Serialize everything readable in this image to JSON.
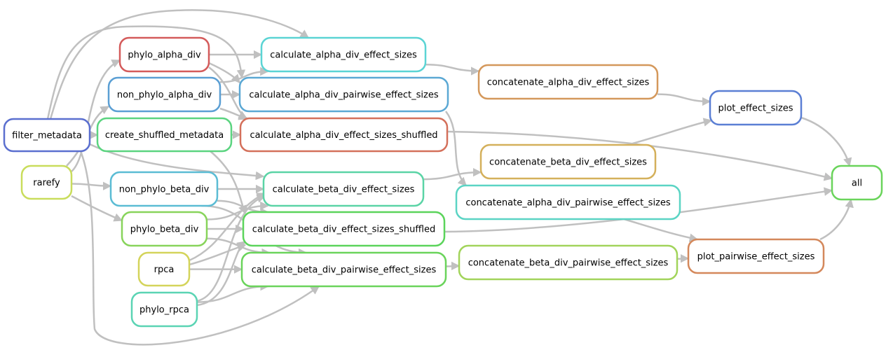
{
  "nodes": [
    {
      "id": "filter_metadata",
      "label": "filter_metadata",
      "color": "#5b6fcf"
    },
    {
      "id": "rarefy",
      "label": "rarefy",
      "color": "#c9dd5c"
    },
    {
      "id": "phylo_alpha_div",
      "label": "phylo_alpha_div",
      "color": "#d45b5b"
    },
    {
      "id": "non_phylo_alpha_div",
      "label": "non_phylo_alpha_div",
      "color": "#5b9fd4"
    },
    {
      "id": "create_shuffled_metadata",
      "label": "create_shuffled_metadata",
      "color": "#5bd480"
    },
    {
      "id": "non_phylo_beta_div",
      "label": "non_phylo_beta_div",
      "color": "#5bbcd4"
    },
    {
      "id": "phylo_beta_div",
      "label": "phylo_beta_div",
      "color": "#88d45b"
    },
    {
      "id": "rpca",
      "label": "rpca",
      "color": "#d4d45b"
    },
    {
      "id": "phylo_rpca",
      "label": "phylo_rpca",
      "color": "#5bd4b4"
    },
    {
      "id": "calculate_alpha_div_effect_sizes",
      "label": "calculate_alpha_div_effect_sizes",
      "color": "#5bd4d4"
    },
    {
      "id": "calculate_alpha_div_pairwise_effect_sizes",
      "label": "calculate_alpha_div_pairwise_effect_sizes",
      "color": "#5ba8d4"
    },
    {
      "id": "calculate_alpha_div_effect_sizes_shuffled",
      "label": "calculate_alpha_div_effect_sizes_shuffled",
      "color": "#d4705b"
    },
    {
      "id": "calculate_beta_div_effect_sizes",
      "label": "calculate_beta_div_effect_sizes",
      "color": "#5bd4a6"
    },
    {
      "id": "calculate_beta_div_effect_sizes_shuffled",
      "label": "calculate_beta_div_effect_sizes_shuffled",
      "color": "#5bd45b"
    },
    {
      "id": "calculate_beta_div_pairwise_effect_sizes",
      "label": "calculate_beta_div_pairwise_effect_sizes",
      "color": "#6ad45b"
    },
    {
      "id": "concatenate_alpha_div_effect_sizes",
      "label": "concatenate_alpha_div_effect_sizes",
      "color": "#d4985b"
    },
    {
      "id": "concatenate_beta_div_effect_sizes",
      "label": "concatenate_beta_div_effect_sizes",
      "color": "#d4b05b"
    },
    {
      "id": "concatenate_alpha_div_pairwise_effect_sizes",
      "label": "concatenate_alpha_div_pairwise_effect_sizes",
      "color": "#5bd4c4"
    },
    {
      "id": "concatenate_beta_div_pairwise_effect_sizes",
      "label": "concatenate_beta_div_pairwise_effect_sizes",
      "color": "#a2d45b"
    },
    {
      "id": "plot_effect_sizes",
      "label": "plot_effect_sizes",
      "color": "#5b7fd4"
    },
    {
      "id": "plot_pairwise_effect_sizes",
      "label": "plot_pairwise_effect_sizes",
      "color": "#d4885b"
    },
    {
      "id": "all",
      "label": "all",
      "color": "#6ad45b"
    }
  ],
  "edges": [
    [
      "filter_metadata",
      "create_shuffled_metadata"
    ],
    [
      "filter_metadata",
      "calculate_alpha_div_effect_sizes"
    ],
    [
      "filter_metadata",
      "calculate_alpha_div_pairwise_effect_sizes"
    ],
    [
      "filter_metadata",
      "calculate_beta_div_effect_sizes"
    ],
    [
      "filter_metadata",
      "calculate_beta_div_pairwise_effect_sizes"
    ],
    [
      "rarefy",
      "phylo_alpha_div"
    ],
    [
      "rarefy",
      "non_phylo_alpha_div"
    ],
    [
      "rarefy",
      "non_phylo_beta_div"
    ],
    [
      "rarefy",
      "phylo_beta_div"
    ],
    [
      "phylo_alpha_div",
      "calculate_alpha_div_effect_sizes"
    ],
    [
      "phylo_alpha_div",
      "calculate_alpha_div_pairwise_effect_sizes"
    ],
    [
      "phylo_alpha_div",
      "calculate_alpha_div_effect_sizes_shuffled"
    ],
    [
      "non_phylo_alpha_div",
      "calculate_alpha_div_effect_sizes"
    ],
    [
      "non_phylo_alpha_div",
      "calculate_alpha_div_pairwise_effect_sizes"
    ],
    [
      "non_phylo_alpha_div",
      "calculate_alpha_div_effect_sizes_shuffled"
    ],
    [
      "create_shuffled_metadata",
      "calculate_alpha_div_effect_sizes_shuffled"
    ],
    [
      "create_shuffled_metadata",
      "calculate_beta_div_effect_sizes_shuffled"
    ],
    [
      "non_phylo_beta_div",
      "calculate_beta_div_effect_sizes"
    ],
    [
      "non_phylo_beta_div",
      "calculate_beta_div_effect_sizes_shuffled"
    ],
    [
      "non_phylo_beta_div",
      "calculate_beta_div_pairwise_effect_sizes"
    ],
    [
      "phylo_beta_div",
      "calculate_beta_div_effect_sizes"
    ],
    [
      "phylo_beta_div",
      "calculate_beta_div_effect_sizes_shuffled"
    ],
    [
      "phylo_beta_div",
      "calculate_beta_div_pairwise_effect_sizes"
    ],
    [
      "rpca",
      "calculate_beta_div_effect_sizes"
    ],
    [
      "rpca",
      "calculate_beta_div_effect_sizes_shuffled"
    ],
    [
      "rpca",
      "calculate_beta_div_pairwise_effect_sizes"
    ],
    [
      "phylo_rpca",
      "calculate_beta_div_effect_sizes"
    ],
    [
      "phylo_rpca",
      "calculate_beta_div_effect_sizes_shuffled"
    ],
    [
      "phylo_rpca",
      "calculate_beta_div_pairwise_effect_sizes"
    ],
    [
      "calculate_alpha_div_effect_sizes",
      "concatenate_alpha_div_effect_sizes"
    ],
    [
      "calculate_alpha_div_pairwise_effect_sizes",
      "concatenate_alpha_div_pairwise_effect_sizes"
    ],
    [
      "calculate_alpha_div_effect_sizes_shuffled",
      "all"
    ],
    [
      "calculate_beta_div_effect_sizes",
      "concatenate_beta_div_effect_sizes"
    ],
    [
      "calculate_beta_div_effect_sizes_shuffled",
      "all"
    ],
    [
      "calculate_beta_div_pairwise_effect_sizes",
      "concatenate_beta_div_pairwise_effect_sizes"
    ],
    [
      "concatenate_alpha_div_effect_sizes",
      "plot_effect_sizes"
    ],
    [
      "concatenate_beta_div_effect_sizes",
      "plot_effect_sizes"
    ],
    [
      "concatenate_alpha_div_pairwise_effect_sizes",
      "plot_pairwise_effect_sizes"
    ],
    [
      "concatenate_beta_div_pairwise_effect_sizes",
      "plot_pairwise_effect_sizes"
    ],
    [
      "plot_effect_sizes",
      "all"
    ],
    [
      "plot_pairwise_effect_sizes",
      "all"
    ]
  ]
}
